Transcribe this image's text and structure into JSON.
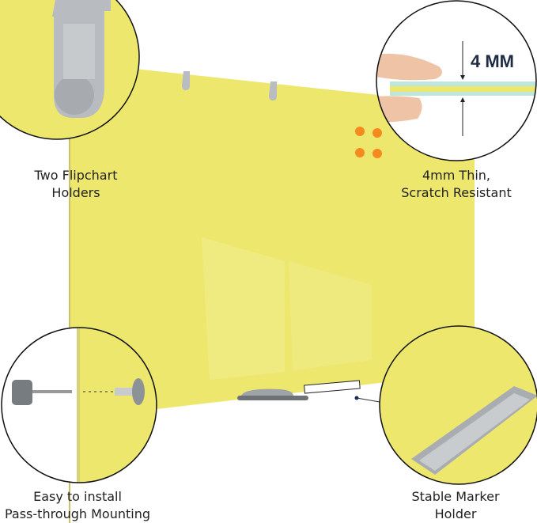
{
  "colors": {
    "board": "#ede76e",
    "magnet": "#f58a1f",
    "circle_outline": "#111111",
    "thickness_layer_teal": "#bfe6dc"
  },
  "callouts": [
    {
      "id": "flipchart",
      "line1": "Two Flipchart",
      "line2": "Holders",
      "icon": "flipchart-holder-icon"
    },
    {
      "id": "thin",
      "line1": "4mm Thin,",
      "line2": "Scratch Resistant",
      "icon": "thickness-icon",
      "measure": "4 MM"
    },
    {
      "id": "mounting",
      "line1": "Easy to install",
      "line2": "Pass-through Mounting",
      "icon": "mounting-screw-icon"
    },
    {
      "id": "marker",
      "line1": "Stable Marker",
      "line2": "Holder",
      "icon": "marker-tray-icon"
    }
  ]
}
